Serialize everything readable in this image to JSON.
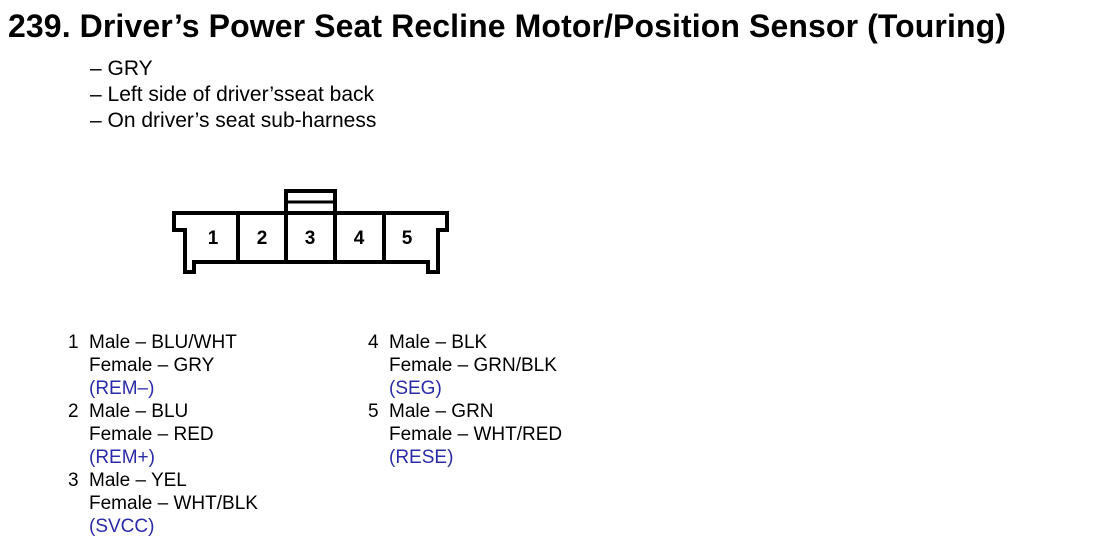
{
  "title": "239. Driver’s Power Seat Recline Motor/Position Sensor (Touring)",
  "notes": [
    "– GRY",
    "– Left side of driver’sseat back",
    "– On driver’s seat sub-harness"
  ],
  "connector": {
    "cavities": [
      "1",
      "2",
      "3",
      "4",
      "5"
    ]
  },
  "pins": [
    {
      "num": "1",
      "male": "Male – BLU/WHT",
      "female": "Female – GRY",
      "signal": "(REM–)"
    },
    {
      "num": "2",
      "male": "Male – BLU",
      "female": "Female – RED",
      "signal": "(REM+)"
    },
    {
      "num": "3",
      "male": "Male – YEL",
      "female": "Female – WHT/BLK",
      "signal": "(SVCC)"
    },
    {
      "num": "4",
      "male": "Male – BLK",
      "female": "Female – GRN/BLK",
      "signal": "(SEG)"
    },
    {
      "num": "5",
      "male": "Male – GRN",
      "female": "Female – WHT/RED",
      "signal": "(RESE)"
    }
  ],
  "colors": {
    "signal_text": "#2b2ba8",
    "line": "#000000"
  }
}
